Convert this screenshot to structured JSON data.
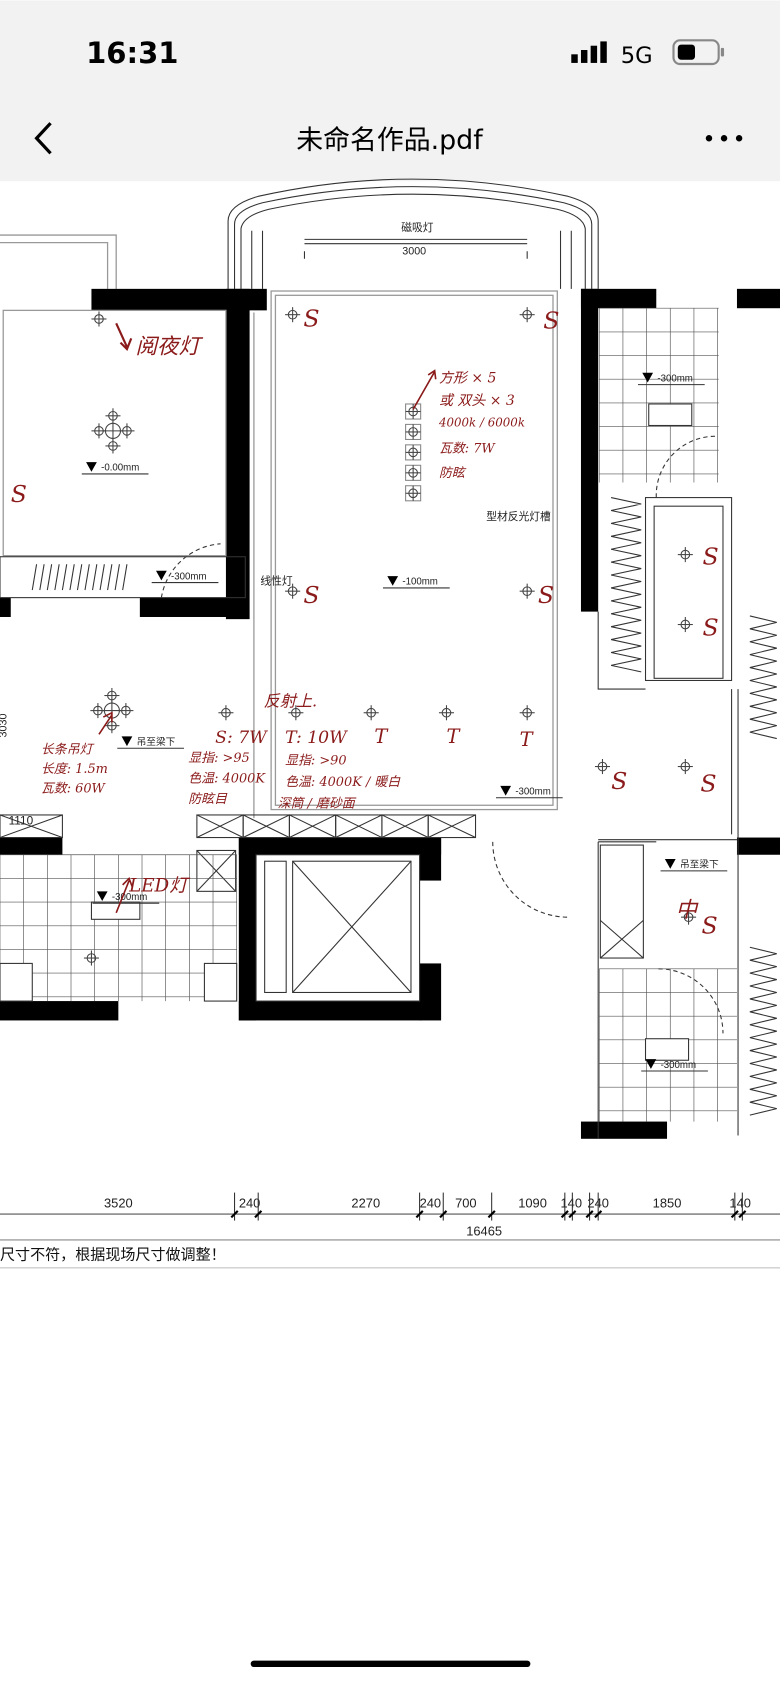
{
  "status_bar": {
    "time": "16:31",
    "network": "5G"
  },
  "nav": {
    "title": "未命名作品.pdf",
    "back_icon": "chevron-left-icon",
    "more_icon": "more-horizontal-icon"
  },
  "plan": {
    "labels": {
      "magnet_light": "磁吸灯",
      "magnet_dim": "3000",
      "linear_light": "线性灯",
      "profile_cove": "型材反光灯槽",
      "level_0": "-0.00mm",
      "level_100": "-100mm",
      "level_300_a": "-300mm",
      "level_300_b": "-300mm",
      "level_300_c": "-300mm",
      "level_300_d": "-300mm",
      "level_300_e": "-300mm",
      "hang_beam_a": "吊至梁下",
      "hang_beam_b": "吊至梁下",
      "dim_1110": "1110",
      "dim_3030": "3030"
    },
    "dimensions": [
      "3520",
      "240",
      "2270",
      "240",
      "700",
      "1090",
      "140",
      "240",
      "1850",
      "140"
    ],
    "total_dimension": "16465",
    "footnote": "尺寸不符，根据现场尺寸做调整！"
  },
  "annotations": {
    "reading_light": "阅夜灯",
    "s": "S",
    "t": "T",
    "spot_note": [
      "方形 × 5",
      "或 双头 × 3",
      "4000k / 6000k",
      "瓦数: 7W",
      "防眩"
    ],
    "chandelier_note": [
      "长条吊灯",
      "长度: 1.5m",
      "瓦数: 60W"
    ],
    "s_note": [
      "S: 7W",
      "显指: >95",
      "色温: 4000K",
      "防眩目"
    ],
    "reflect_up": "反射上.",
    "t_note": [
      "T: 10W",
      "显指: >90",
      "色温: 4000K / 暖白",
      "深筒 / 磨砂面"
    ],
    "led_light": "LED灯",
    "center": "中"
  },
  "colors": {
    "header_bg": "#f2f2f2",
    "ink": "#8b1a1a"
  }
}
